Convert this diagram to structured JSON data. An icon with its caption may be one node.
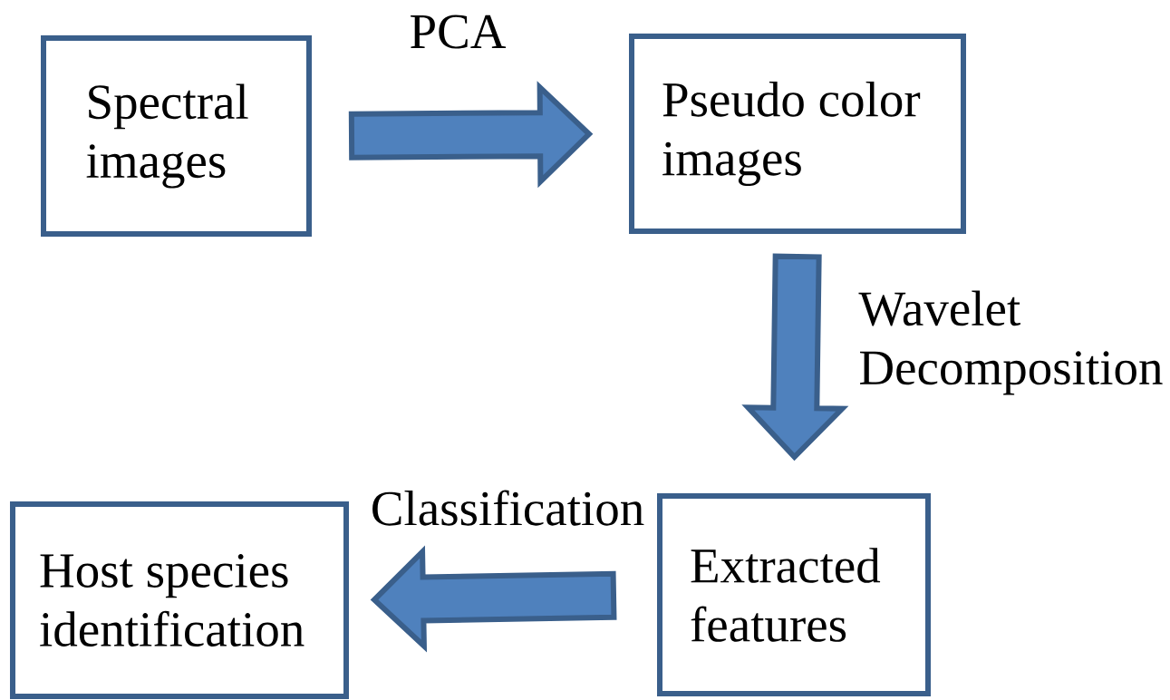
{
  "diagram": {
    "nodes": [
      {
        "text": [
          "Spectral images"
        ]
      },
      {
        "text": [
          "Pseudo color images"
        ]
      },
      {
        "text": [
          "Extracted features"
        ]
      },
      {
        "text": [
          "Host species identification"
        ]
      }
    ],
    "edges": [
      {
        "from": 0,
        "to": 1,
        "arrow": "to",
        "label": "PCA"
      },
      {
        "from": 1,
        "to": 2,
        "arrow": "to",
        "label": "Wavelet Decomposition"
      },
      {
        "from": 2,
        "to": 3,
        "arrow": "to",
        "label": "Classification"
      }
    ]
  }
}
